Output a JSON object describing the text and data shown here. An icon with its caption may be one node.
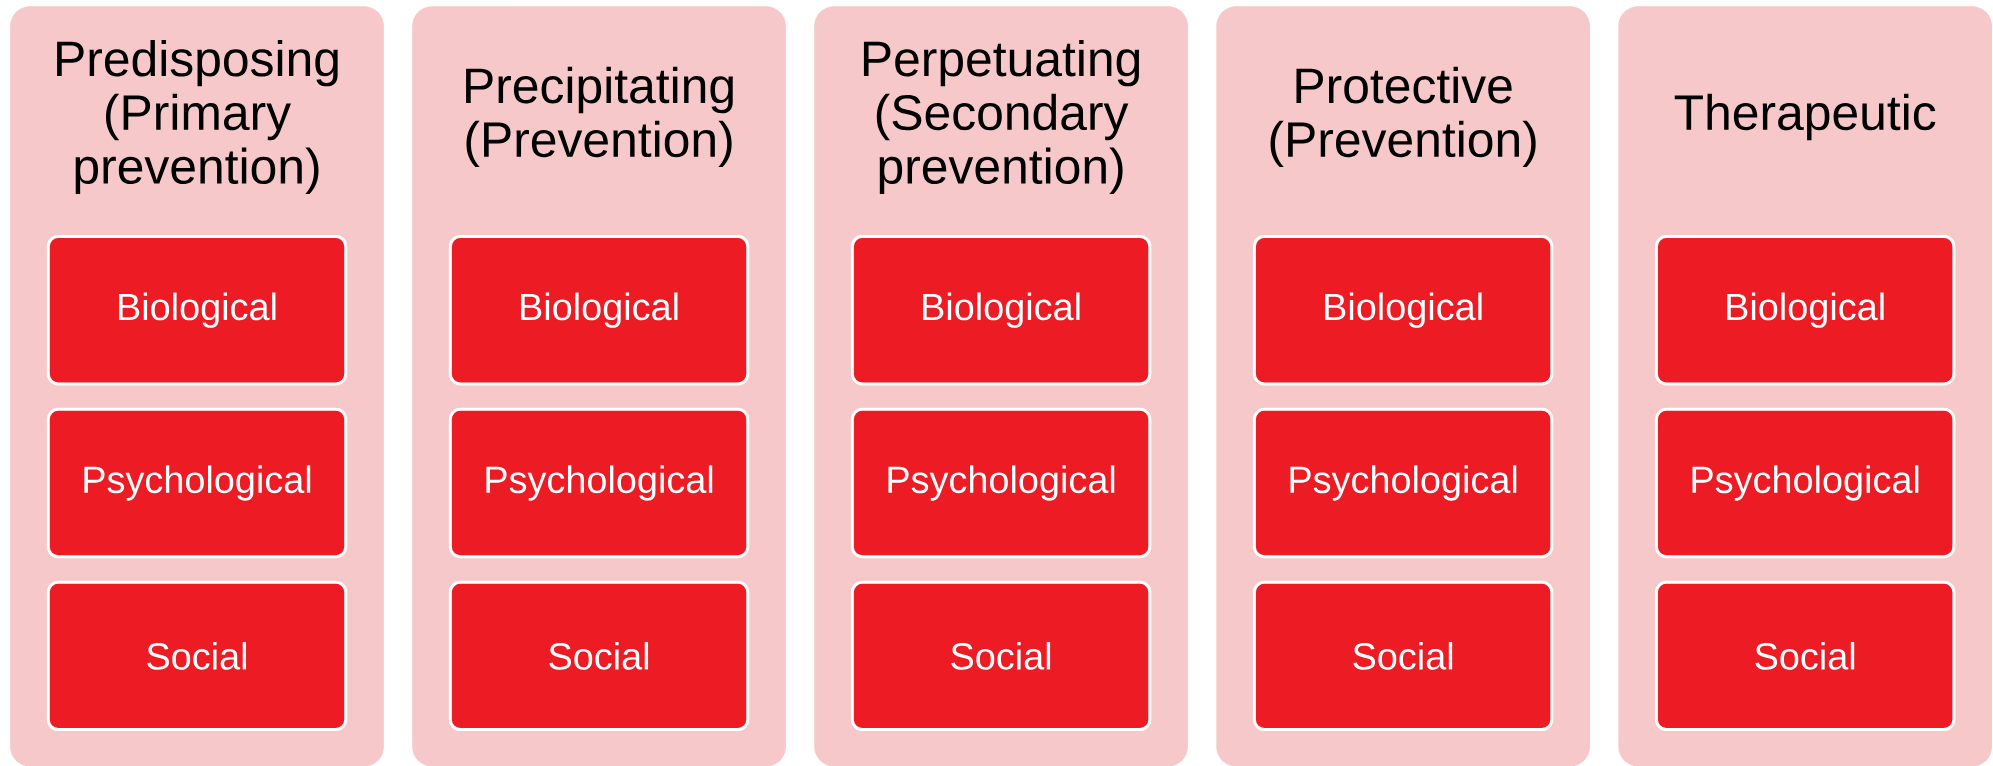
{
  "diagram": {
    "nodes": [
      {
        "text": [
          "Predisposing (Primary prevention)"
        ]
      },
      {
        "text": [
          "Biological"
        ],
        "in": 0
      },
      {
        "text": [
          "Psychological"
        ],
        "in": 0
      },
      {
        "text": [
          "Social"
        ],
        "in": 0
      },
      {
        "text": [
          "Precipitating (Prevention)"
        ]
      },
      {
        "text": [
          "Biological"
        ],
        "in": 4
      },
      {
        "text": [
          "Psychological"
        ],
        "in": 4
      },
      {
        "text": [
          "Social"
        ],
        "in": 4
      },
      {
        "text": [
          "Perpetuating (Secondary prevention)"
        ]
      },
      {
        "text": [
          "Biological"
        ],
        "in": 8
      },
      {
        "text": [
          "Psychological"
        ],
        "in": 8
      },
      {
        "text": [
          "Social"
        ],
        "in": 8
      },
      {
        "text": [
          "Protective (Prevention)"
        ]
      },
      {
        "text": [
          "Biological"
        ],
        "in": 12
      },
      {
        "text": [
          "Psychological"
        ],
        "in": 12
      },
      {
        "text": [
          "Social"
        ],
        "in": 12
      },
      {
        "text": [
          "Therapeutic"
        ]
      },
      {
        "text": [
          "Biological"
        ],
        "in": 16
      },
      {
        "text": [
          "Psychological"
        ],
        "in": 16
      },
      {
        "text": [
          "Social"
        ],
        "in": 16
      }
    ]
  }
}
